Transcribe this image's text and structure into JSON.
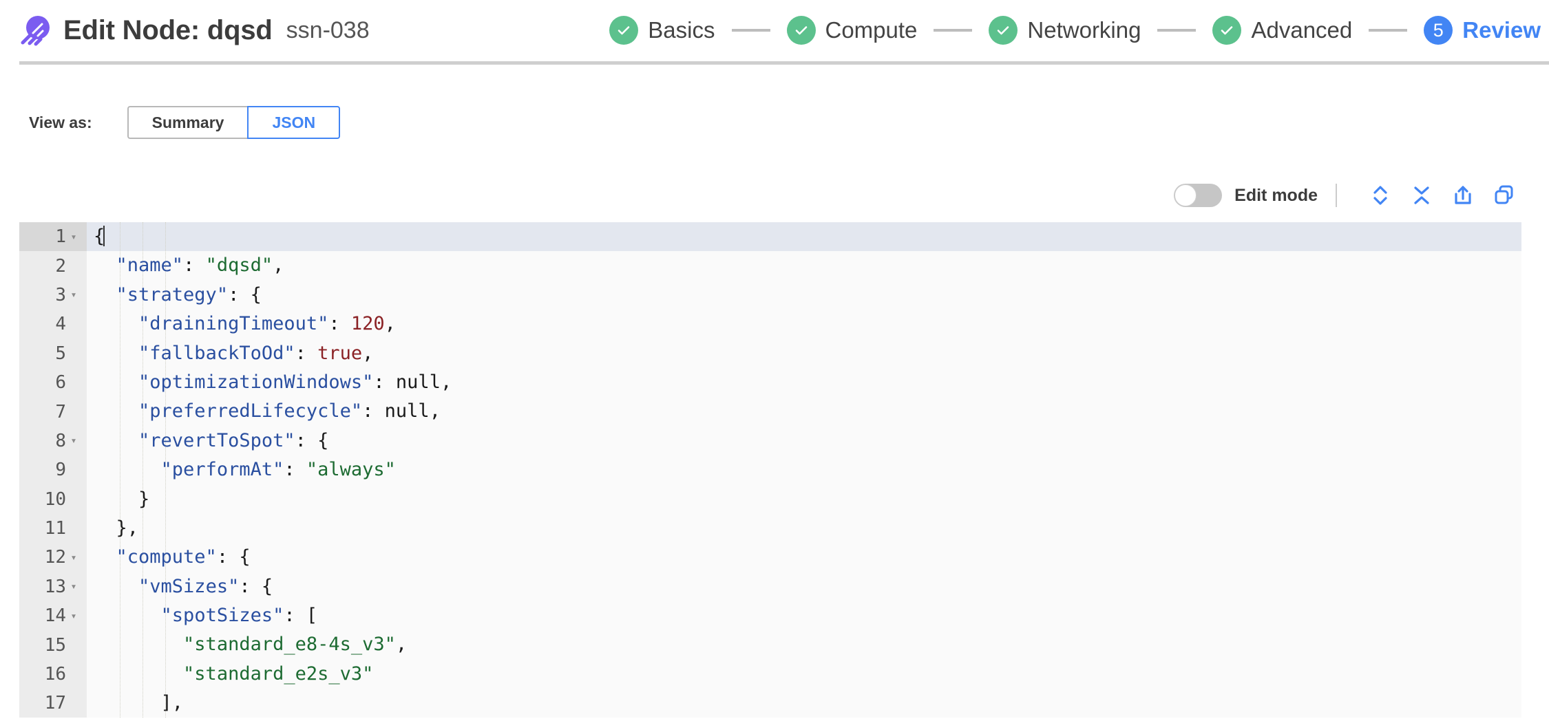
{
  "header": {
    "logo_icon": "spot-comet-logo-icon",
    "title": "Edit Node: dqsd",
    "subtitle": "ssn-038",
    "steps": [
      {
        "label": "Basics",
        "state": "done",
        "badge": "check-icon"
      },
      {
        "label": "Compute",
        "state": "done",
        "badge": "check-icon"
      },
      {
        "label": "Networking",
        "state": "done",
        "badge": "check-icon"
      },
      {
        "label": "Advanced",
        "state": "done",
        "badge": "check-icon"
      },
      {
        "label": "Review",
        "state": "current",
        "badge": "5"
      }
    ]
  },
  "view_as": {
    "label": "View as:",
    "options": [
      "Summary",
      "JSON"
    ],
    "selected": "JSON"
  },
  "editor_toolbar": {
    "edit_mode_label": "Edit mode",
    "edit_mode_on": false,
    "actions": [
      {
        "name": "expand-all-icon",
        "title": "Expand all"
      },
      {
        "name": "collapse-all-icon",
        "title": "Collapse all"
      },
      {
        "name": "share-export-icon",
        "title": "Export"
      },
      {
        "name": "copy-icon",
        "title": "Copy"
      }
    ]
  },
  "code": {
    "active_line": 1,
    "lines": [
      {
        "n": "1",
        "fold": true,
        "indent": 0,
        "tokens": [
          {
            "t": "punct",
            "v": "{"
          }
        ],
        "caret": true
      },
      {
        "n": "2",
        "fold": false,
        "indent": 1,
        "tokens": [
          {
            "t": "key",
            "v": "\"name\""
          },
          {
            "t": "punct",
            "v": ": "
          },
          {
            "t": "str",
            "v": "\"dqsd\""
          },
          {
            "t": "punct",
            "v": ","
          }
        ]
      },
      {
        "n": "3",
        "fold": true,
        "indent": 1,
        "tokens": [
          {
            "t": "key",
            "v": "\"strategy\""
          },
          {
            "t": "punct",
            "v": ": {"
          }
        ]
      },
      {
        "n": "4",
        "fold": false,
        "indent": 2,
        "tokens": [
          {
            "t": "key",
            "v": "\"drainingTimeout\""
          },
          {
            "t": "punct",
            "v": ": "
          },
          {
            "t": "num",
            "v": "120"
          },
          {
            "t": "punct",
            "v": ","
          }
        ]
      },
      {
        "n": "5",
        "fold": false,
        "indent": 2,
        "tokens": [
          {
            "t": "key",
            "v": "\"fallbackToOd\""
          },
          {
            "t": "punct",
            "v": ": "
          },
          {
            "t": "bool",
            "v": "true"
          },
          {
            "t": "punct",
            "v": ","
          }
        ]
      },
      {
        "n": "6",
        "fold": false,
        "indent": 2,
        "tokens": [
          {
            "t": "key",
            "v": "\"optimizationWindows\""
          },
          {
            "t": "punct",
            "v": ": "
          },
          {
            "t": "null",
            "v": "null"
          },
          {
            "t": "punct",
            "v": ","
          }
        ]
      },
      {
        "n": "7",
        "fold": false,
        "indent": 2,
        "tokens": [
          {
            "t": "key",
            "v": "\"preferredLifecycle\""
          },
          {
            "t": "punct",
            "v": ": "
          },
          {
            "t": "null",
            "v": "null"
          },
          {
            "t": "punct",
            "v": ","
          }
        ]
      },
      {
        "n": "8",
        "fold": true,
        "indent": 2,
        "tokens": [
          {
            "t": "key",
            "v": "\"revertToSpot\""
          },
          {
            "t": "punct",
            "v": ": {"
          }
        ]
      },
      {
        "n": "9",
        "fold": false,
        "indent": 3,
        "tokens": [
          {
            "t": "key",
            "v": "\"performAt\""
          },
          {
            "t": "punct",
            "v": ": "
          },
          {
            "t": "str",
            "v": "\"always\""
          }
        ]
      },
      {
        "n": "10",
        "fold": false,
        "indent": 2,
        "tokens": [
          {
            "t": "punct",
            "v": "}"
          }
        ]
      },
      {
        "n": "11",
        "fold": false,
        "indent": 1,
        "tokens": [
          {
            "t": "punct",
            "v": "},"
          }
        ]
      },
      {
        "n": "12",
        "fold": true,
        "indent": 1,
        "tokens": [
          {
            "t": "key",
            "v": "\"compute\""
          },
          {
            "t": "punct",
            "v": ": {"
          }
        ]
      },
      {
        "n": "13",
        "fold": true,
        "indent": 2,
        "tokens": [
          {
            "t": "key",
            "v": "\"vmSizes\""
          },
          {
            "t": "punct",
            "v": ": {"
          }
        ]
      },
      {
        "n": "14",
        "fold": true,
        "indent": 3,
        "tokens": [
          {
            "t": "key",
            "v": "\"spotSizes\""
          },
          {
            "t": "punct",
            "v": ": ["
          }
        ]
      },
      {
        "n": "15",
        "fold": false,
        "indent": 4,
        "tokens": [
          {
            "t": "str",
            "v": "\"standard_e8-4s_v3\""
          },
          {
            "t": "punct",
            "v": ","
          }
        ]
      },
      {
        "n": "16",
        "fold": false,
        "indent": 4,
        "tokens": [
          {
            "t": "str",
            "v": "\"standard_e2s_v3\""
          }
        ]
      },
      {
        "n": "17",
        "fold": false,
        "indent": 3,
        "tokens": [
          {
            "t": "punct",
            "v": "],"
          }
        ]
      }
    ]
  },
  "colors": {
    "accent_blue": "#4285f4",
    "step_done_green": "#5cc18d",
    "logo_purple": "#7b5cf0",
    "json_key": "#2a4fa0",
    "json_string": "#1d6b32",
    "json_number": "#8b2225"
  }
}
